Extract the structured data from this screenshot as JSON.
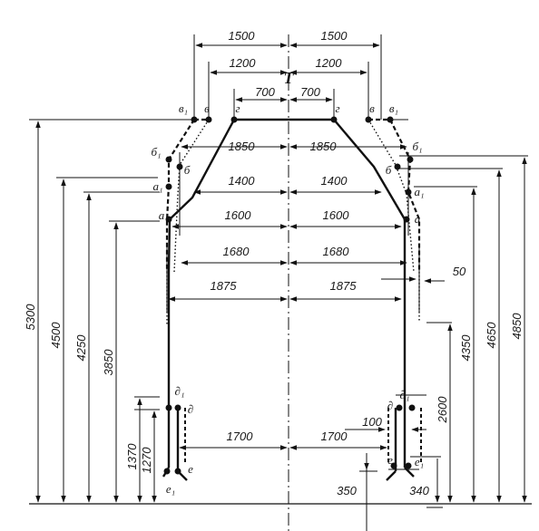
{
  "diagram": {
    "center_mark": "T",
    "top_dims": {
      "d1500": "1500",
      "d1200": "1200",
      "d700": "700"
    },
    "width_dims": {
      "d1850": "1850",
      "d1400": "1400",
      "d1600": "1600",
      "d1680": "1680",
      "d1875": "1875",
      "d1700": "1700"
    },
    "small_dims": {
      "d50": "50",
      "d100": "100",
      "d350": "350",
      "d340": "340"
    },
    "left_heights": {
      "h5300": "5300",
      "h4500": "4500",
      "h4250": "4250",
      "h3850": "3850",
      "h1370": "1370",
      "h1270": "1270"
    },
    "right_heights": {
      "h4850": "4850",
      "h4650": "4650",
      "h4350": "4350",
      "h2600": "2600"
    },
    "point_labels": {
      "v1": "в₁",
      "v": "в",
      "g": "г",
      "b1": "б₁",
      "b": "б",
      "a1": "а₁",
      "a": "а",
      "d1": "∂₁",
      "d": "∂",
      "e": "е",
      "e1": "е₁"
    }
  }
}
